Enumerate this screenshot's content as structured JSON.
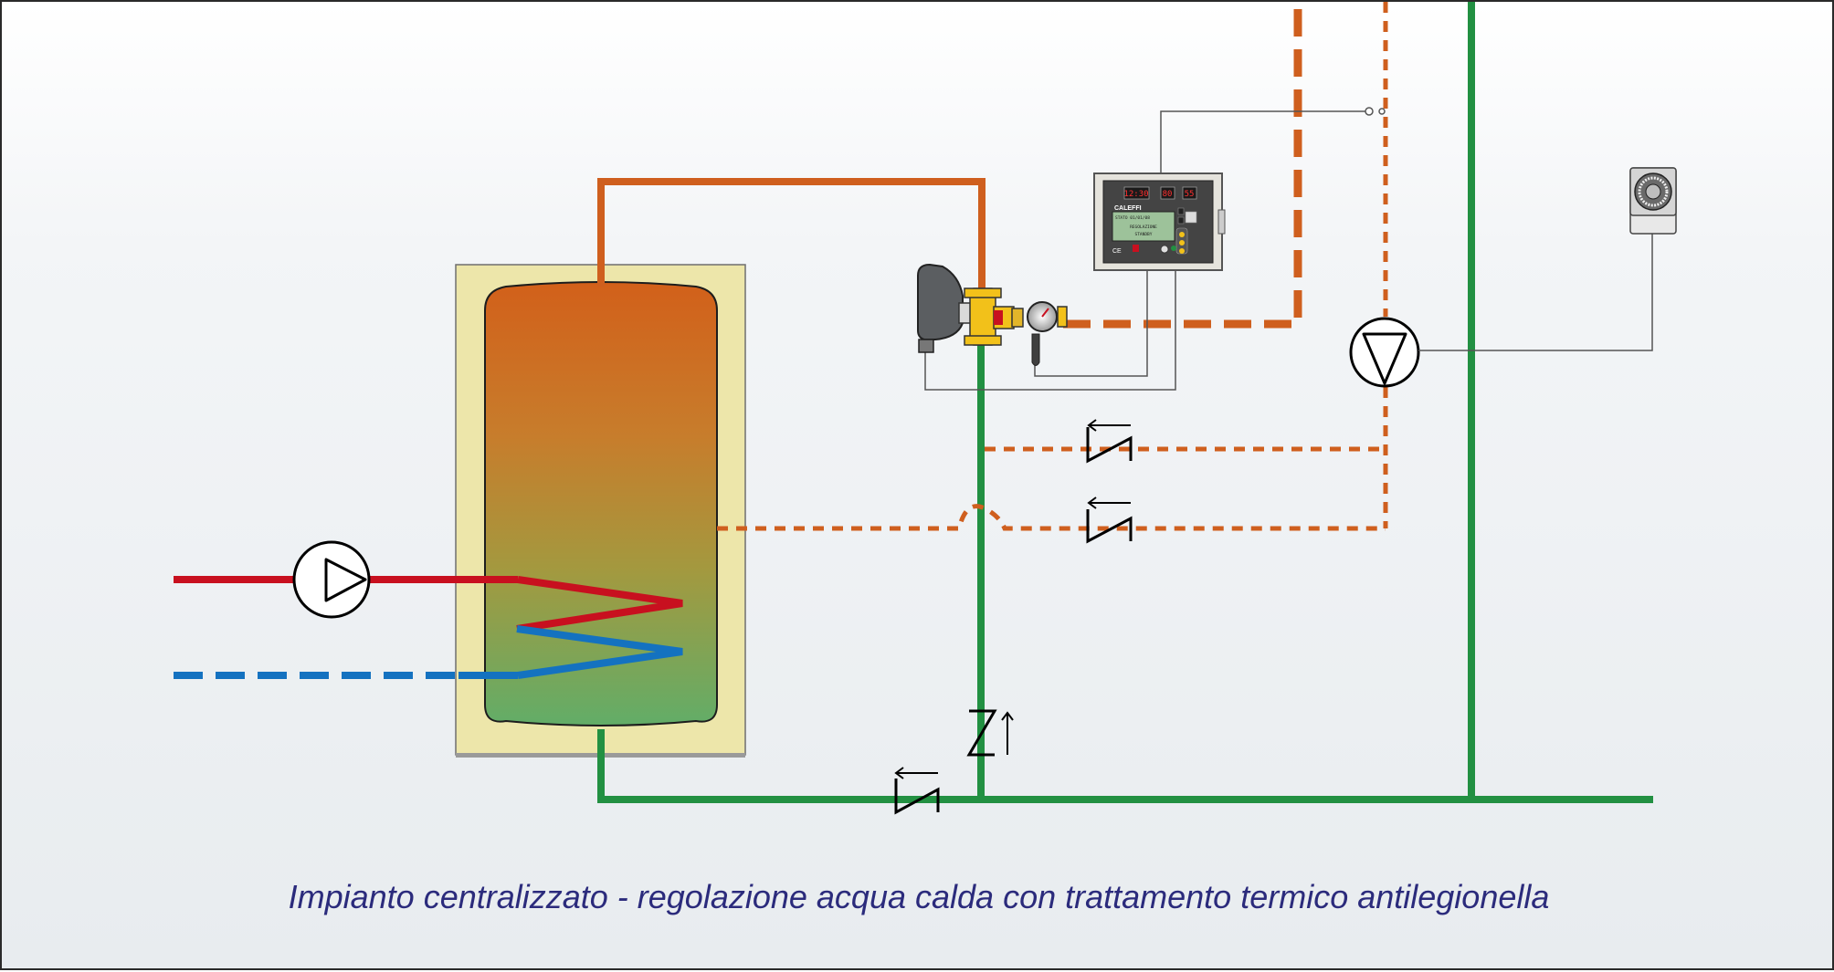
{
  "caption": "Impianto centralizzato - regolazione acqua calda con trattamento termico antilegionella",
  "controller": {
    "time_display": "12:30",
    "temp_display_1": "80",
    "temp_display_2": "55",
    "brand": "CALEFFI",
    "screen_line_1": "STATO  01/01/08",
    "screen_line_2": "REGOLAZIONE",
    "screen_line_3": "STANDBY",
    "ce_mark": "CE"
  },
  "colors": {
    "hot_pipe": "#cf5f1e",
    "cold_pipe": "#229042",
    "primary_supply": "#c8101f",
    "primary_return": "#1472c0",
    "tank_jacket": "#ede6aa",
    "caption": "#2b2b7c"
  },
  "icons": {
    "primary_pump": "pump-icon",
    "recirculation_pump": "pump-icon",
    "check_valves": "check-valve-icon",
    "mixing_valve": "mixing-valve-icon",
    "timer": "timer-icon",
    "controller": "controller-icon"
  }
}
